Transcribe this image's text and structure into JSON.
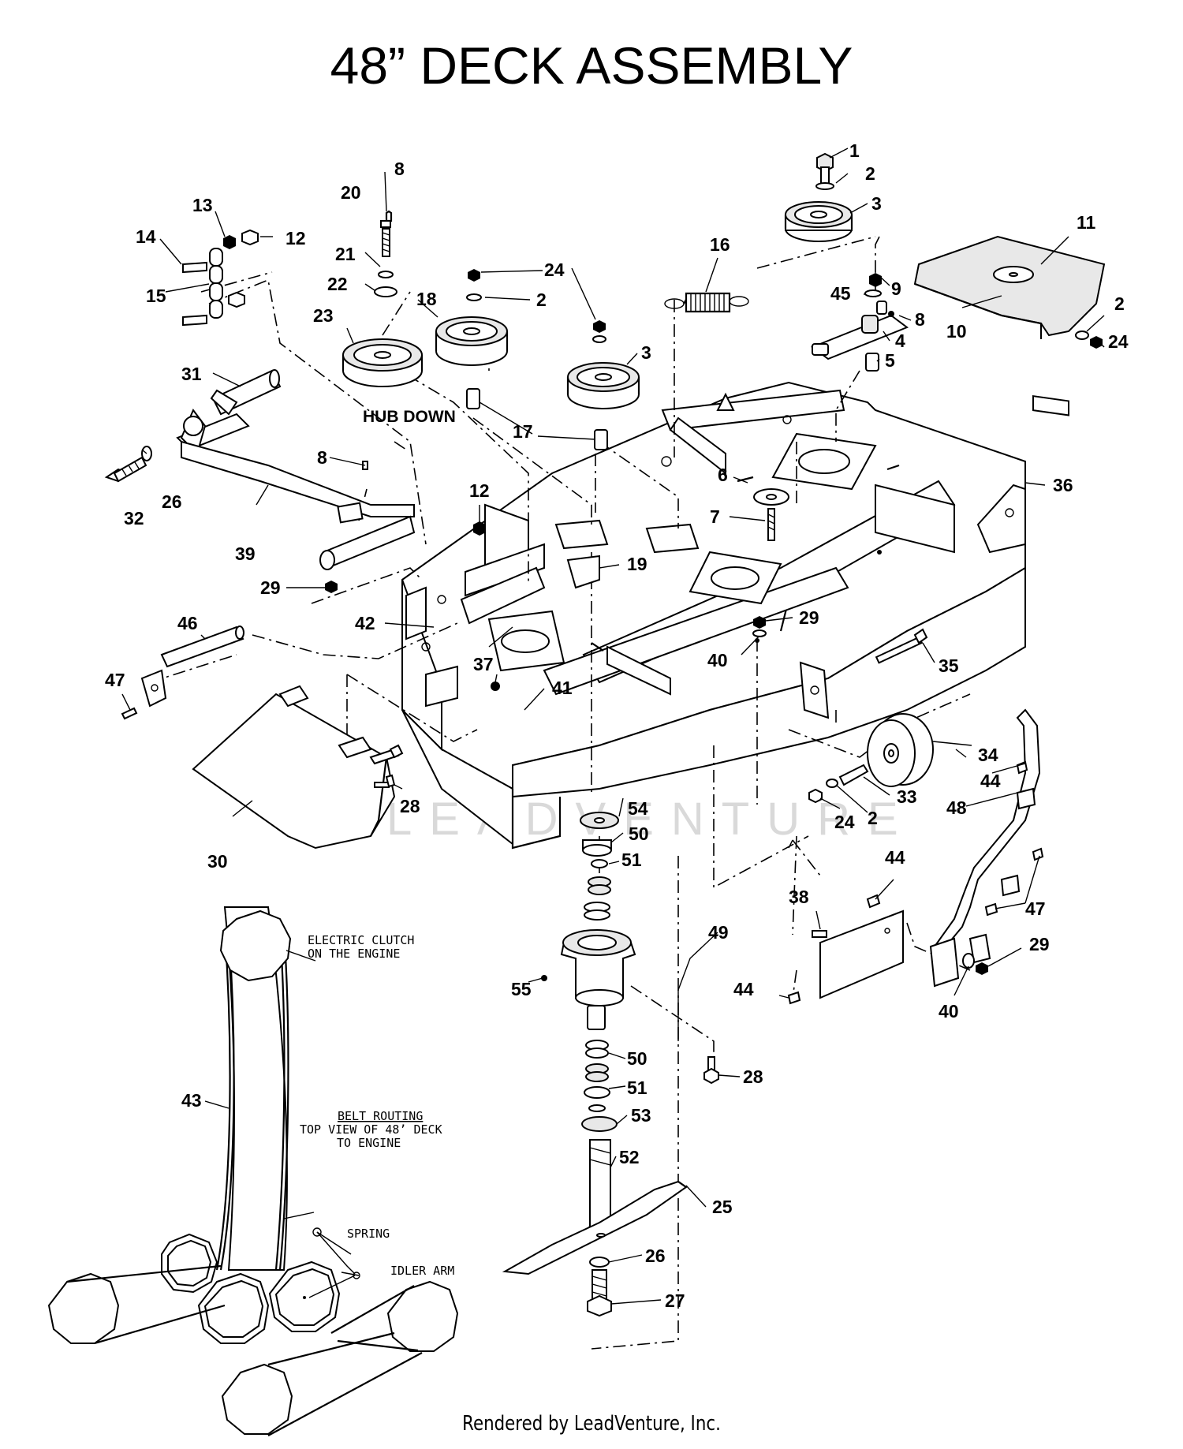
{
  "title": "48” DECK ASSEMBLY",
  "footer": "Rendered by LeadVenture, Inc.",
  "watermark": "LEADVENTURE",
  "labels": {
    "hub_down": "HUB DOWN",
    "electric_clutch_1": "ELECTRIC CLUTCH",
    "electric_clutch_2": "ON THE ENGINE",
    "belt_routing_1": "BELT ROUTING",
    "belt_routing_2": "TOP VIEW OF 48’ DECK",
    "belt_routing_3": "TO ENGINE",
    "spring": "SPRING",
    "idler_arm": "IDLER ARM"
  },
  "callouts": {
    "c1": "1",
    "c2a": "2",
    "c3a": "3",
    "c11": "11",
    "c2b": "2",
    "c24a": "24",
    "c10": "10",
    "c9": "9",
    "c45": "45",
    "c8a": "8",
    "c4": "4",
    "c5": "5",
    "c16": "16",
    "c24b": "24",
    "c2c": "2",
    "c3b": "3",
    "c18": "18",
    "c17": "17",
    "c8b": "8",
    "c20": "20",
    "c21": "21",
    "c22": "22",
    "c23": "23",
    "c13": "13",
    "c14": "14",
    "c12a": "12",
    "c15": "15",
    "c31": "31",
    "c32": "32",
    "c26a": "26",
    "c39": "39",
    "c8c": "8",
    "c12b": "12",
    "c6": "6",
    "c7": "7",
    "c19": "19",
    "c36": "36",
    "c29a": "29",
    "c29b": "29",
    "c42": "42",
    "c46": "46",
    "c47a": "47",
    "c37": "37",
    "c41": "41",
    "c40a": "40",
    "c35": "35",
    "c28a": "28",
    "c30": "30",
    "c54": "54",
    "c50a": "50",
    "c51a": "51",
    "c34": "34",
    "c44a": "44",
    "c33": "33",
    "c24c": "24",
    "c2d": "2",
    "c48": "48",
    "c44b": "44",
    "c47b": "47",
    "c38": "38",
    "c49": "49",
    "c55": "55",
    "c29c": "29",
    "c44c": "44",
    "c40b": "40",
    "c28b": "28",
    "c50b": "50",
    "c51b": "51",
    "c53": "53",
    "c52": "52",
    "c43": "43",
    "c25": "25",
    "c26b": "26",
    "c27": "27"
  }
}
